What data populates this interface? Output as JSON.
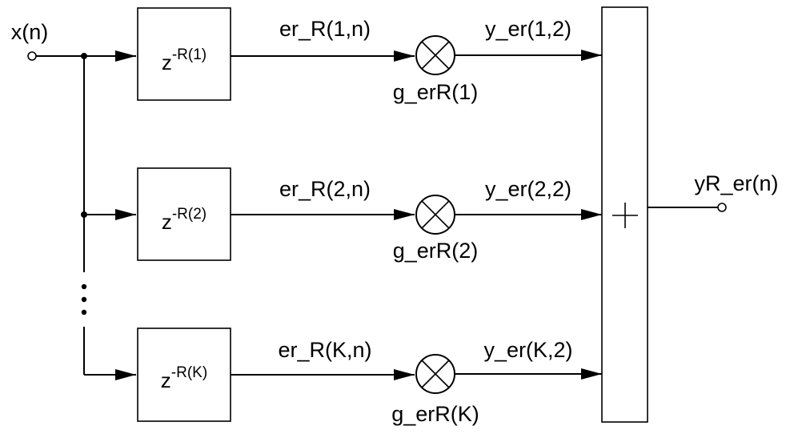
{
  "input_label": "x(n)",
  "output_label": "yR_er(n)",
  "branches": [
    {
      "delay": {
        "base": "z",
        "exponent": "-R(1)"
      },
      "signal": "er_R(1,n)",
      "gain": "g_erR(1)",
      "output": "y_er(1,2)"
    },
    {
      "delay": {
        "base": "z",
        "exponent": "-R(2)"
      },
      "signal": "er_R(2,n)",
      "gain": "g_erR(2)",
      "output": "y_er(2,2)"
    },
    {
      "delay": {
        "base": "z",
        "exponent": "-R(K)"
      },
      "signal": "er_R(K,n)",
      "gain": "g_erR(K)",
      "output": "y_er(K,2)"
    }
  ],
  "summer_symbol": "+",
  "multiplier_symbol": "⊗"
}
